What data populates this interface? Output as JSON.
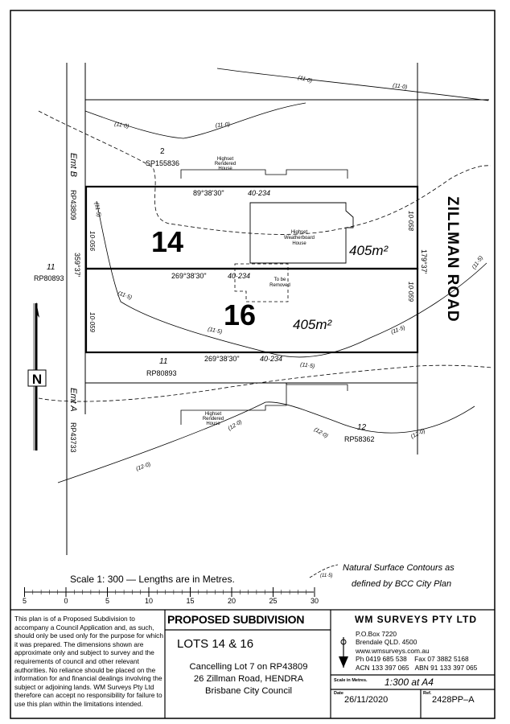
{
  "plan": {
    "road_name": "ZILLMAN ROAD",
    "lot14": {
      "number": "14",
      "area": "405m²",
      "top_bearing": "89°38'30\"",
      "top_distance": "40·234",
      "left_dist": "10·056",
      "right_dist": "10·058"
    },
    "lot16": {
      "number": "16",
      "area": "405m²",
      "top_bearing": "269°38'30\"",
      "top_distance": "40·234",
      "left_dist": "10·059",
      "right_dist": "10·059"
    },
    "bottom_bearing": "269°38'30\"",
    "bottom_distance": "40·234",
    "west_bearing": "359°37'",
    "east_bearing": "179°37'",
    "neighbours": {
      "north_lot": "2",
      "north_plan": "SP155836",
      "west_lot": "11",
      "west_plan": "RP80893",
      "south_lot": "11",
      "south_plan": "RP80893",
      "south_east_lot": "12",
      "south_east_plan": "RP58362"
    },
    "easements": {
      "b": "Emt B",
      "b_plan": "RP43809",
      "a": "Emt A",
      "a_plan": "RP43733"
    },
    "houses": {
      "north": [
        "Highset",
        "Rendered",
        "House"
      ],
      "existing": [
        "Highset",
        "Weatherboard",
        "House"
      ],
      "removed": [
        "To be",
        "Removed"
      ],
      "south": [
        "Highset",
        "Rendered",
        "House"
      ]
    },
    "contour_labels": [
      "(11·0)",
      "(11·0)",
      "(11·0)",
      "(11·0)",
      "(11·5)",
      "(11·5)",
      "(11·5)",
      "(11·5)",
      "(11·5)",
      "(12·0)",
      "(12·0)",
      "(12·0)",
      "(12·0)",
      "(11·5)"
    ],
    "north_label": "N",
    "legend_line1": "Natural Surface Contours as",
    "legend_line2": "defined by BCC City Plan",
    "scale_caption": "Scale 1: 300 — Lengths are in Metres.",
    "scale_ticks": [
      "5",
      "0",
      "5",
      "10",
      "15",
      "20",
      "25",
      "30"
    ]
  },
  "title_block": {
    "disclaimer": "This plan is of a Proposed Subdivision to accompany a Council Application and, as such, should only be used only for the purpose for which it was prepared. The dimensions shown are approximate only and subject to survey and the requirements of council and other relevant authorities. No reliance should be placed on the information for and financial dealings involving the subject or adjoining lands. WM Surveys Pty Ltd therefore can accept no responsibility for failure to use this plan within the limitations intended.",
    "title": "PROPOSED SUBDIVISION",
    "lots": "LOTS 14 & 16",
    "cancelling": "Cancelling Lot 7 on RP43809",
    "address": "26 Zillman Road, HENDRA",
    "council": "Brisbane City Council",
    "firm": "WM SURVEYS PTY LTD",
    "po_box": "P.O.Box 7220",
    "suburb": "Brendale  QLD.  4500",
    "web": "www.wmsurveys.com.au",
    "phone": "Ph 0419 685 538",
    "fax": "Fax 07 3882 5168",
    "acn": "ACN 133 397 065",
    "abn": "ABN 91 133 397 065",
    "scale_label": "Scale in Metres.",
    "scale_value": "1:300  at  A4",
    "date_label": "Date",
    "date_value": "26/11/2020",
    "ref_label": "Ref.",
    "ref_value": "2428PP–A"
  }
}
